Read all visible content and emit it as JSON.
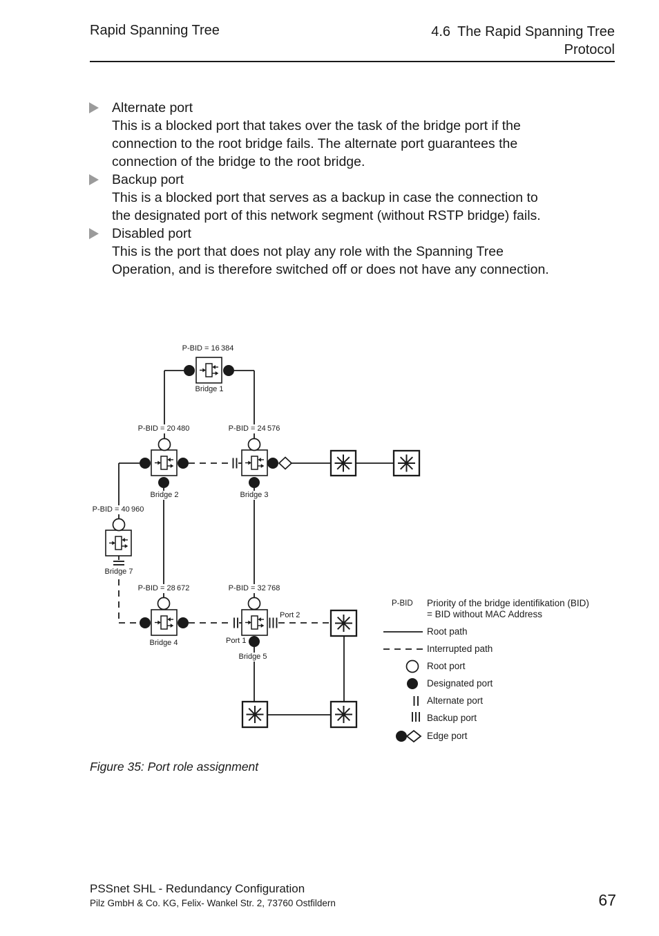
{
  "header": {
    "left_title": "Rapid Spanning Tree",
    "section_number": "4.6",
    "section_title_line1": "The Rapid Spanning Tree",
    "section_title_line2": "Protocol"
  },
  "bullets": [
    {
      "title": "Alternate port",
      "lines": [
        "This is a blocked port that takes over the task of the bridge port if the",
        "connection to the root bridge fails. The alternate port guarantees the",
        "connection of the bridge to the root bridge."
      ]
    },
    {
      "title": "Backup port",
      "lines": [
        "This is a blocked port that serves as a backup in case the connection to",
        "the designated port of this network segment (without RSTP bridge) fails."
      ]
    },
    {
      "title": "Disabled port",
      "lines": [
        "This is the port that does not play any role with the Spanning Tree",
        "Operation, and is therefore switched off or does not have any connection."
      ]
    }
  ],
  "diagram": {
    "bridges": {
      "b1": {
        "pbid": "P-BID = 16 384",
        "label": "Bridge 1"
      },
      "b2": {
        "pbid": "P-BID = 20 480",
        "label": "Bridge 2"
      },
      "b3": {
        "pbid": "P-BID = 24 576",
        "label": "Bridge 3"
      },
      "b7": {
        "pbid": "P-BID = 40 960",
        "label": "Bridge 7"
      },
      "b4": {
        "pbid": "P-BID = 28 672",
        "label": "Bridge 4"
      },
      "b5": {
        "pbid": "P-BID = 32 768",
        "label": "Bridge 5"
      }
    },
    "ports": {
      "port1": "Port 1",
      "port2": "Port 2"
    },
    "legend": {
      "pbid_term": "P-BID",
      "pbid_def_line1": "Priority of the bridge identifikation (BID)",
      "pbid_def_line2": "= BID without MAC Address",
      "root_path": "Root path",
      "interrupted_path": "Interrupted path",
      "root_port": "Root port",
      "designated_port": "Designated port",
      "alternate_port": "Alternate port",
      "backup_port": "Backup port",
      "edge_port": "Edge port"
    },
    "colors": {
      "ink": "#1a1a1a",
      "bullet_arrow": "#9b9b9b"
    }
  },
  "caption": "Figure 35: Port role assignment",
  "footer": {
    "line1": "PSSnet SHL - Redundancy Configuration",
    "line2": "Pilz GmbH & Co. KG, Felix- Wankel Str. 2, 73760 Ostfildern",
    "page": "67"
  }
}
